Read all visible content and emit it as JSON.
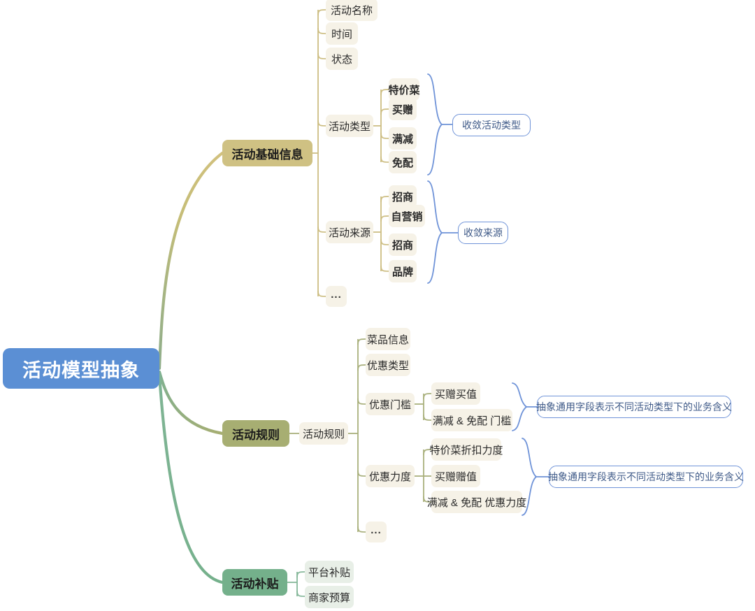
{
  "diagram": {
    "title": "活动模型抽象",
    "type": "mindmap",
    "colors": {
      "root": "#5b8fd4",
      "branch_base_info": "#cfc183",
      "branch_rules": "#a7ae72",
      "branch_subsidy": "#74b08b",
      "leaf_pill": "#f6f2e7",
      "leaf_pill_green": "#e8efe7",
      "annotation_border": "#6f93d8",
      "annotation_text": "#3f5a88"
    }
  },
  "root": {
    "label": "活动模型抽象"
  },
  "branches": [
    {
      "id": "base-info",
      "label": "活动基础信息",
      "color": "#cfc183",
      "children": [
        {
          "id": "name",
          "label": "活动名称"
        },
        {
          "id": "time",
          "label": "时间"
        },
        {
          "id": "status",
          "label": "状态"
        },
        {
          "id": "activity-type",
          "label": "活动类型",
          "children": [
            {
              "label": "特价菜"
            },
            {
              "label": "买赠"
            },
            {
              "label": "满减"
            },
            {
              "label": "免配"
            }
          ],
          "annotation": "收敛活动类型"
        },
        {
          "id": "activity-source",
          "label": "活动来源",
          "children": [
            {
              "label": "招商"
            },
            {
              "label": "自营销"
            },
            {
              "label": "招商"
            },
            {
              "label": "品牌"
            }
          ],
          "annotation": "收敛来源"
        },
        {
          "id": "more-1",
          "label": "..."
        }
      ]
    },
    {
      "id": "rules",
      "label": "活动规则",
      "color": "#a7ae72",
      "mid_label": "活动规则",
      "children": [
        {
          "id": "dish-info",
          "label": "菜品信息"
        },
        {
          "id": "promo-type",
          "label": "优惠类型"
        },
        {
          "id": "promo-threshold",
          "label": "优惠门槛",
          "children": [
            {
              "label": "买赠买值"
            },
            {
              "label": "满减 & 免配 门槛"
            }
          ],
          "annotation": "抽象通用字段表示不同活动类型下的业务含义"
        },
        {
          "id": "promo-strength",
          "label": "优惠力度",
          "children": [
            {
              "label": "特价菜折扣力度"
            },
            {
              "label": "买赠赠值"
            },
            {
              "label": "满减 & 免配 优惠力度"
            }
          ],
          "annotation": "抽象通用字段表示不同活动类型下的业务含义"
        },
        {
          "id": "more-2",
          "label": "..."
        }
      ]
    },
    {
      "id": "subsidy",
      "label": "活动补贴",
      "color": "#74b08b",
      "children": [
        {
          "id": "platform-subsidy",
          "label": "平台补贴"
        },
        {
          "id": "merchant-budget",
          "label": "商家预算"
        }
      ]
    }
  ]
}
